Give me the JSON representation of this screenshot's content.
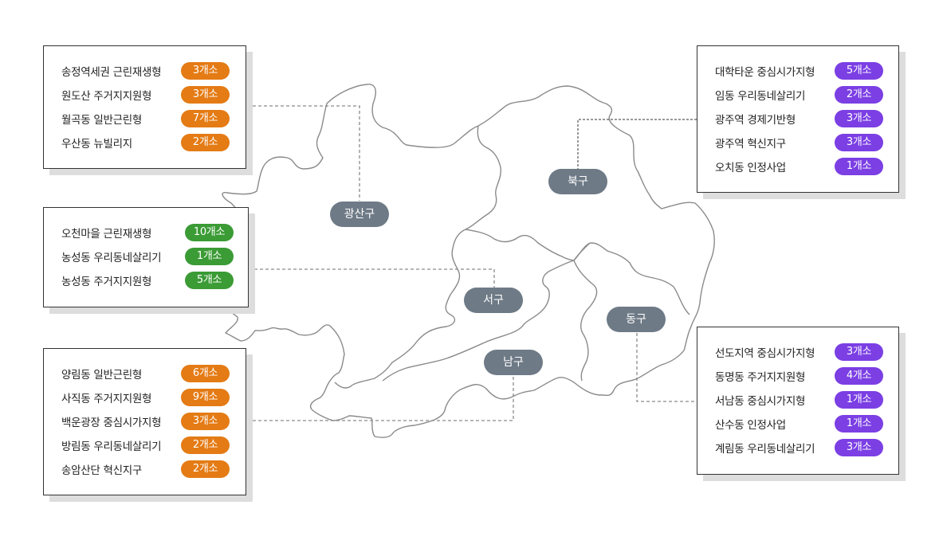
{
  "districts": {
    "gwangsan": "광산구",
    "buk": "북구",
    "seo": "서구",
    "dong": "동구",
    "nam": "남구"
  },
  "colors": {
    "gwangsan": "#e47b14",
    "seo": "#3b9b35",
    "nam": "#e47b14",
    "buk": "#7b3fe4",
    "dong": "#7b3fe4",
    "district_label": "#6e7a86"
  },
  "boxes": {
    "gwangsan": {
      "items": [
        {
          "name": "송정역세권 근린재생형",
          "count": "3개소"
        },
        {
          "name": "원도산 주거지지원형",
          "count": "3개소"
        },
        {
          "name": "월곡동 일반근린형",
          "count": "7개소"
        },
        {
          "name": "우산동 뉴빌리지",
          "count": "2개소"
        }
      ]
    },
    "seo": {
      "items": [
        {
          "name": "오천마을 근린재생형",
          "count": "10개소"
        },
        {
          "name": "농성동 우리동네살리기",
          "count": "1개소"
        },
        {
          "name": "농성동 주거지지원형",
          "count": "5개소"
        }
      ]
    },
    "nam": {
      "items": [
        {
          "name": "양림동 일반근린형",
          "count": "6개소"
        },
        {
          "name": "사직동 주거지지원형",
          "count": "9개소"
        },
        {
          "name": "백운광장 중심시가지형",
          "count": "3개소"
        },
        {
          "name": "방림동 우리동네살리기",
          "count": "2개소"
        },
        {
          "name": "송암산단 혁신지구",
          "count": "2개소"
        }
      ]
    },
    "buk": {
      "items": [
        {
          "name": "대학타운 중심시가지형",
          "count": "5개소"
        },
        {
          "name": "임동 우리동네살리기",
          "count": "2개소"
        },
        {
          "name": "광주역 경제기반형",
          "count": "3개소"
        },
        {
          "name": "광주역 혁신지구",
          "count": "3개소"
        },
        {
          "name": "오치동 인정사업",
          "count": "1개소"
        }
      ]
    },
    "dong": {
      "items": [
        {
          "name": "선도지역 중심시가지형",
          "count": "3개소"
        },
        {
          "name": "동명동 주거지지원형",
          "count": "4개소"
        },
        {
          "name": "서남동 중심시가지형",
          "count": "1개소"
        },
        {
          "name": "산수동 인정사업",
          "count": "1개소"
        },
        {
          "name": "계림동 우리동네살리기",
          "count": "3개소"
        }
      ]
    }
  }
}
